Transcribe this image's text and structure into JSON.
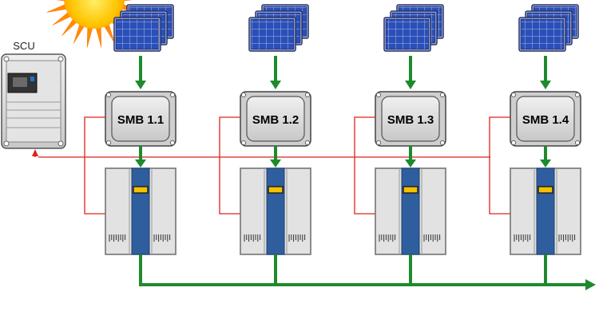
{
  "scu": {
    "label": "SCU"
  },
  "units": [
    {
      "smb_label": "SMB 1.1"
    },
    {
      "smb_label": "SMB 1.2"
    },
    {
      "smb_label": "SMB 1.3"
    },
    {
      "smb_label": "SMB 1.4"
    }
  ],
  "colors": {
    "power_line": "#1e8a2e",
    "comm_line": "#e0201a",
    "panel": "#2a4fb8",
    "panel_frame": "#1c2d6b",
    "smb_box": "#d9d9d9",
    "inverter_body": "#e2e2e2",
    "inverter_strip": "#2e5e9e",
    "sun": "#ffc400"
  }
}
